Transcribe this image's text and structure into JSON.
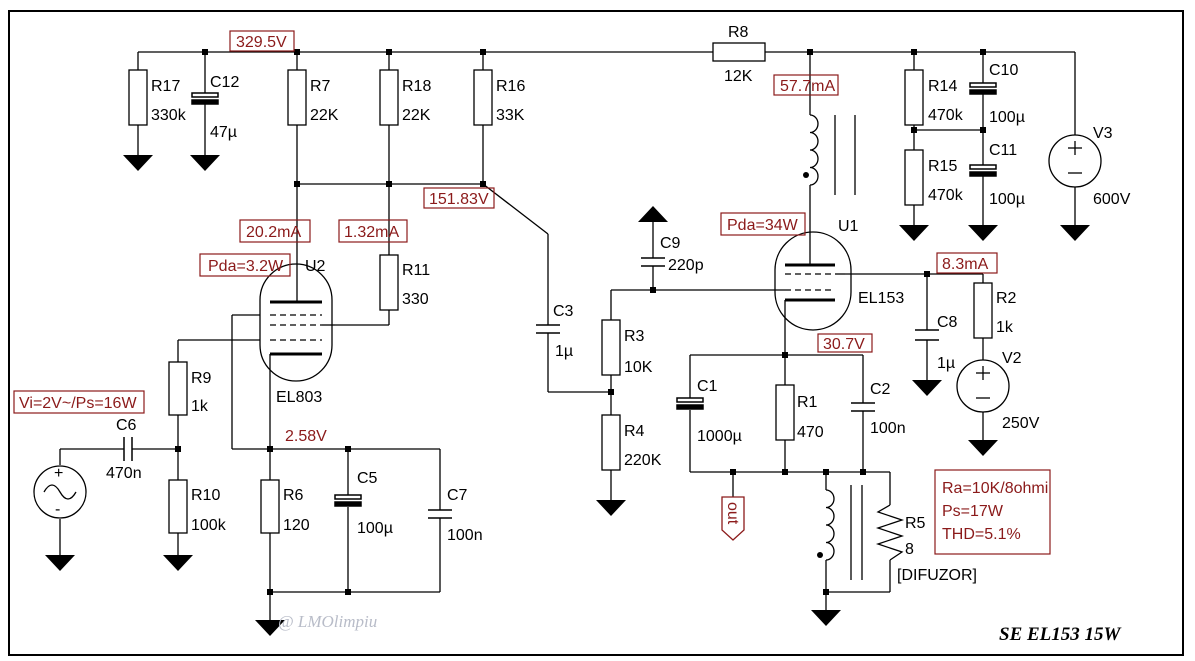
{
  "title": "SE EL153  15W",
  "watermark": "@ LMOlimpiu",
  "tubes": {
    "U1": {
      "ref": "U1",
      "type": "EL153"
    },
    "U2": {
      "ref": "U2",
      "type": "EL803"
    }
  },
  "components": {
    "R1": {
      "ref": "R1",
      "value": "470"
    },
    "R2": {
      "ref": "R2",
      "value": "1k"
    },
    "R3": {
      "ref": "R3",
      "value": "10K"
    },
    "R4": {
      "ref": "R4",
      "value": "220K"
    },
    "R5": {
      "ref": "R5",
      "value": "8",
      "note": "[DIFUZOR]"
    },
    "R6": {
      "ref": "R6",
      "value": "120"
    },
    "R7": {
      "ref": "R7",
      "value": "22K"
    },
    "R8": {
      "ref": "R8",
      "value": "12K"
    },
    "R9": {
      "ref": "R9",
      "value": "1k"
    },
    "R10": {
      "ref": "R10",
      "value": "100k"
    },
    "R11": {
      "ref": "R11",
      "value": "330"
    },
    "R14": {
      "ref": "R14",
      "value": "470k"
    },
    "R15": {
      "ref": "R15",
      "value": "470k"
    },
    "R16": {
      "ref": "R16",
      "value": "33K"
    },
    "R17": {
      "ref": "R17",
      "value": "330k"
    },
    "R18": {
      "ref": "R18",
      "value": "22K"
    },
    "C1": {
      "ref": "C1",
      "value": "1000µ"
    },
    "C2": {
      "ref": "C2",
      "value": "100n"
    },
    "C3": {
      "ref": "C3",
      "value": "1µ"
    },
    "C5": {
      "ref": "C5",
      "value": "100µ"
    },
    "C6": {
      "ref": "C6",
      "value": "470n"
    },
    "C7": {
      "ref": "C7",
      "value": "100n"
    },
    "C8": {
      "ref": "C8",
      "value": "1µ"
    },
    "C9": {
      "ref": "C9",
      "value": "220p"
    },
    "C10": {
      "ref": "C10",
      "value": "100µ"
    },
    "C11": {
      "ref": "C11",
      "value": "100µ"
    },
    "C12": {
      "ref": "C12",
      "value": "47µ"
    },
    "V2": {
      "ref": "V2",
      "value": "250V"
    },
    "V3": {
      "ref": "V3",
      "value": "600V"
    }
  },
  "annotations": {
    "v_supply": "329.5V",
    "i_anode_u1": "57.7mA",
    "v_node": "151.83V",
    "i_u2": "20.2mA",
    "i_r11": "1.32mA",
    "pda_u2": "Pda=3.2W",
    "pda_u1": "Pda=34W",
    "i_screen": "8.3mA",
    "v_cathode_u1": "30.7V",
    "input": "Vi=2V~/Ps=16W",
    "v_cathode_u2": "2.58V",
    "result_1": "Ra=10K/8ohmi",
    "result_2": "Ps=17W",
    "result_3": "THD=5.1%",
    "out_label": "out"
  },
  "colors": {
    "wire": "#000000",
    "annotation": "#8b1a1a",
    "watermark": "#b8bcc8",
    "frame": "#000000"
  }
}
